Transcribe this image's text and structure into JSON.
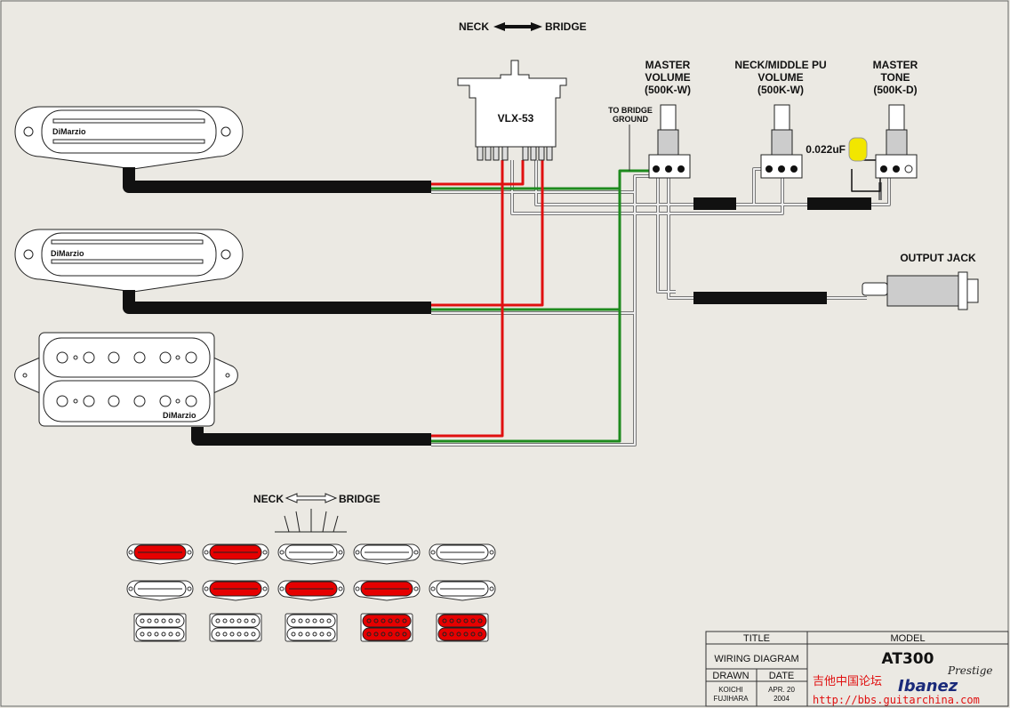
{
  "switch": {
    "direction_left": "NECK",
    "direction_right": "BRIDGE",
    "model": "VLX-53"
  },
  "bridge_ground": {
    "line1": "TO BRIDGE",
    "line2": "GROUND"
  },
  "pots": [
    {
      "line1": "MASTER",
      "line2": "VOLUME",
      "line3": "(500K-W)"
    },
    {
      "line1": "NECK/MIDDLE PU",
      "line2": "VOLUME",
      "line3": "(500K-W)"
    },
    {
      "line1": "MASTER",
      "line2": "TONE",
      "line3": "(500K-D)"
    }
  ],
  "capacitor": {
    "value": "0.022uF",
    "color": "#f2e600"
  },
  "output_jack": "OUTPUT JACK",
  "pickup_brand": "DiMarzio",
  "wire_colors": {
    "hot": "#e01010",
    "ground": "#1e8a1e",
    "cable": "#111111",
    "shield": "#9a9a9a"
  },
  "selector_chart": {
    "left_label": "NECK",
    "right_label": "BRIDGE",
    "active_color": "#e60000",
    "positions": [
      {
        "neck": true,
        "middle": false,
        "bridge": false
      },
      {
        "neck": true,
        "middle": true,
        "bridge": false
      },
      {
        "neck": false,
        "middle": true,
        "bridge": false
      },
      {
        "neck": false,
        "middle": true,
        "bridge": true
      },
      {
        "neck": false,
        "middle": false,
        "bridge": true
      }
    ]
  },
  "title_block": {
    "title_header": "TITLE",
    "title": "WIRING DIAGRAM",
    "model_header": "MODEL",
    "model": "AT300",
    "drawn_header": "DRAWN",
    "drawn_by_line1": "KOICHI",
    "drawn_by_line2": "FUJIHARA",
    "date_header": "DATE",
    "date_line1": "APR. 20",
    "date_line2": "2004",
    "logo_script": "Prestige",
    "logo_brand": "Ibanez"
  },
  "watermark": {
    "line1": "吉他中国论坛",
    "line2": "http://bbs.guitarchina.com"
  }
}
